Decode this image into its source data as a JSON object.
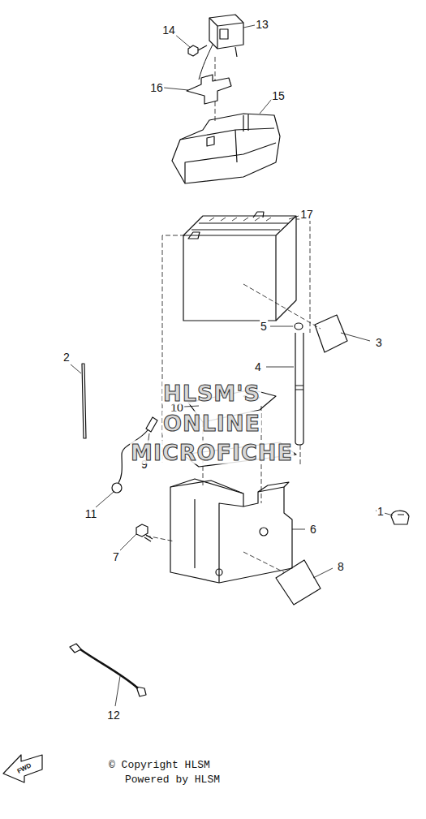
{
  "diagram": {
    "labels": [
      "1",
      "2",
      "3",
      "4",
      "5",
      "6",
      "7",
      "8",
      "9",
      "10",
      "11",
      "12",
      "13",
      "14",
      "15",
      "16",
      "17",
      "HLSM'S",
      "ONLINE",
      "MICROFICHE",
      "© Copyright HLSM",
      "Powered by HLSM",
      "FWD"
    ]
  }
}
